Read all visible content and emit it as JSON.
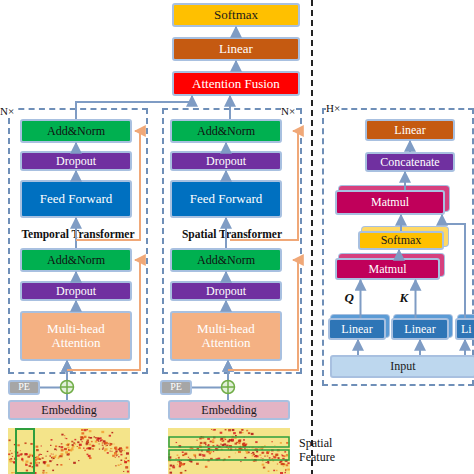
{
  "diagram": {
    "nodes": [
      {
        "text": [
          "Softmax"
        ]
      },
      {
        "text": [
          "Linear"
        ]
      },
      {
        "text": [
          "Attention Fusion"
        ]
      },
      {
        "text": [
          "N×",
          "Temporal Transformer"
        ]
      },
      {
        "text": [
          "Add&Norm"
        ],
        "in": 3
      },
      {
        "text": [
          "Dropout"
        ],
        "in": 3
      },
      {
        "text": [
          "Feed Forward"
        ],
        "in": 3
      },
      {
        "text": [
          "Add&Norm"
        ],
        "in": 3
      },
      {
        "text": [
          "Dropout"
        ],
        "in": 3
      },
      {
        "text": [
          "Multi-head Attention"
        ],
        "in": 3
      },
      {
        "text": [
          "N×",
          "Spatial Transformer"
        ]
      },
      {
        "text": [
          "Add&Norm"
        ],
        "in": 10
      },
      {
        "text": [
          "Dropout"
        ],
        "in": 10
      },
      {
        "text": [
          "Feed Forward"
        ],
        "in": 10
      },
      {
        "text": [
          "Add&Norm"
        ],
        "in": 10
      },
      {
        "text": [
          "Dropout"
        ],
        "in": 10
      },
      {
        "text": [
          "Multi-head Attention"
        ],
        "in": 10
      },
      {
        "text": [
          "H×"
        ]
      },
      {
        "text": [
          "Linear"
        ],
        "in": 17
      },
      {
        "text": [
          "Concatenate"
        ],
        "in": 17
      },
      {
        "text": [
          "Matmul"
        ],
        "in": 17
      },
      {
        "text": [
          "Softmax"
        ],
        "in": 17
      },
      {
        "text": [
          "Matmul"
        ],
        "in": 17
      },
      {
        "text": [
          "Linear"
        ],
        "in": 17
      },
      {
        "text": [
          "Linear"
        ],
        "in": 17
      },
      {
        "text": [
          "Li"
        ],
        "in": 17
      },
      {
        "text": [
          "Input"
        ],
        "in": 17
      },
      {
        "text": [
          "PE"
        ]
      },
      {
        "text": [
          "Embedding"
        ]
      },
      {
        "text": [
          "PE"
        ]
      },
      {
        "text": [
          "Embedding"
        ]
      }
    ],
    "edges": [
      {
        "from": 28,
        "to": 9,
        "arrow": "to"
      },
      {
        "from": 27,
        "to": 9,
        "arrow": "to"
      },
      {
        "from": 9,
        "to": 8,
        "arrow": "to"
      },
      {
        "from": 8,
        "to": 7,
        "arrow": "to"
      },
      {
        "from": 7,
        "to": 6,
        "arrow": "to"
      },
      {
        "from": 6,
        "to": 5,
        "arrow": "to"
      },
      {
        "from": 5,
        "to": 4,
        "arrow": "to"
      },
      {
        "from": 4,
        "to": 2,
        "arrow": "to"
      },
      {
        "from": 30,
        "to": 16,
        "arrow": "to"
      },
      {
        "from": 29,
        "to": 16,
        "arrow": "to"
      },
      {
        "from": 16,
        "to": 15,
        "arrow": "to"
      },
      {
        "from": 15,
        "to": 14,
        "arrow": "to"
      },
      {
        "from": 14,
        "to": 13,
        "arrow": "to"
      },
      {
        "from": 13,
        "to": 12,
        "arrow": "to"
      },
      {
        "from": 12,
        "to": 11,
        "arrow": "to"
      },
      {
        "from": 11,
        "to": 2,
        "arrow": "to"
      },
      {
        "from": 2,
        "to": 1,
        "arrow": "to"
      },
      {
        "from": 1,
        "to": 0,
        "arrow": "to"
      },
      {
        "from": 26,
        "to": 23,
        "arrow": "to"
      },
      {
        "from": 26,
        "to": 24,
        "arrow": "to"
      },
      {
        "from": 26,
        "to": 25,
        "arrow": "to"
      },
      {
        "from": 23,
        "to": 22,
        "label": "Q",
        "arrow": "to"
      },
      {
        "from": 24,
        "to": 22,
        "label": "K",
        "arrow": "to"
      },
      {
        "from": 22,
        "to": 21,
        "arrow": "to"
      },
      {
        "from": 21,
        "to": 20,
        "arrow": "to"
      },
      {
        "from": 25,
        "to": 20,
        "arrow": "to"
      },
      {
        "from": 20,
        "to": 19,
        "arrow": "to"
      },
      {
        "from": 19,
        "to": 18,
        "arrow": "to"
      }
    ],
    "labels": [
      "Spatial Feature"
    ]
  }
}
